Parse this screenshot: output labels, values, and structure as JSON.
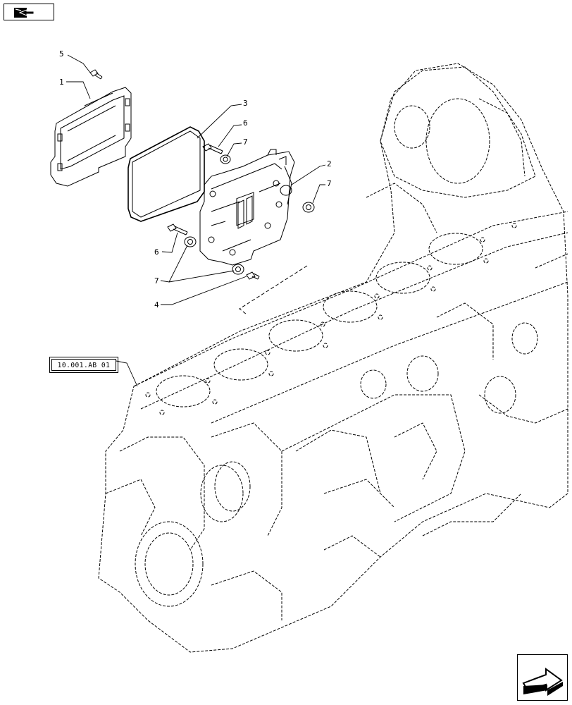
{
  "navigation": {
    "back_icon": "book-back-arrow-icon",
    "next_icon": "next-page-arrow-icon"
  },
  "reference_link": {
    "label": "10.001.AB 01"
  },
  "callouts": [
    {
      "id": "c5",
      "number": "5"
    },
    {
      "id": "c1",
      "number": "1"
    },
    {
      "id": "c3",
      "number": "3"
    },
    {
      "id": "c6a",
      "number": "6"
    },
    {
      "id": "c7a",
      "number": "7"
    },
    {
      "id": "c2",
      "number": "2"
    },
    {
      "id": "c7b",
      "number": "7"
    },
    {
      "id": "c6b",
      "number": "6"
    },
    {
      "id": "c7c",
      "number": "7"
    },
    {
      "id": "c4",
      "number": "4"
    }
  ]
}
